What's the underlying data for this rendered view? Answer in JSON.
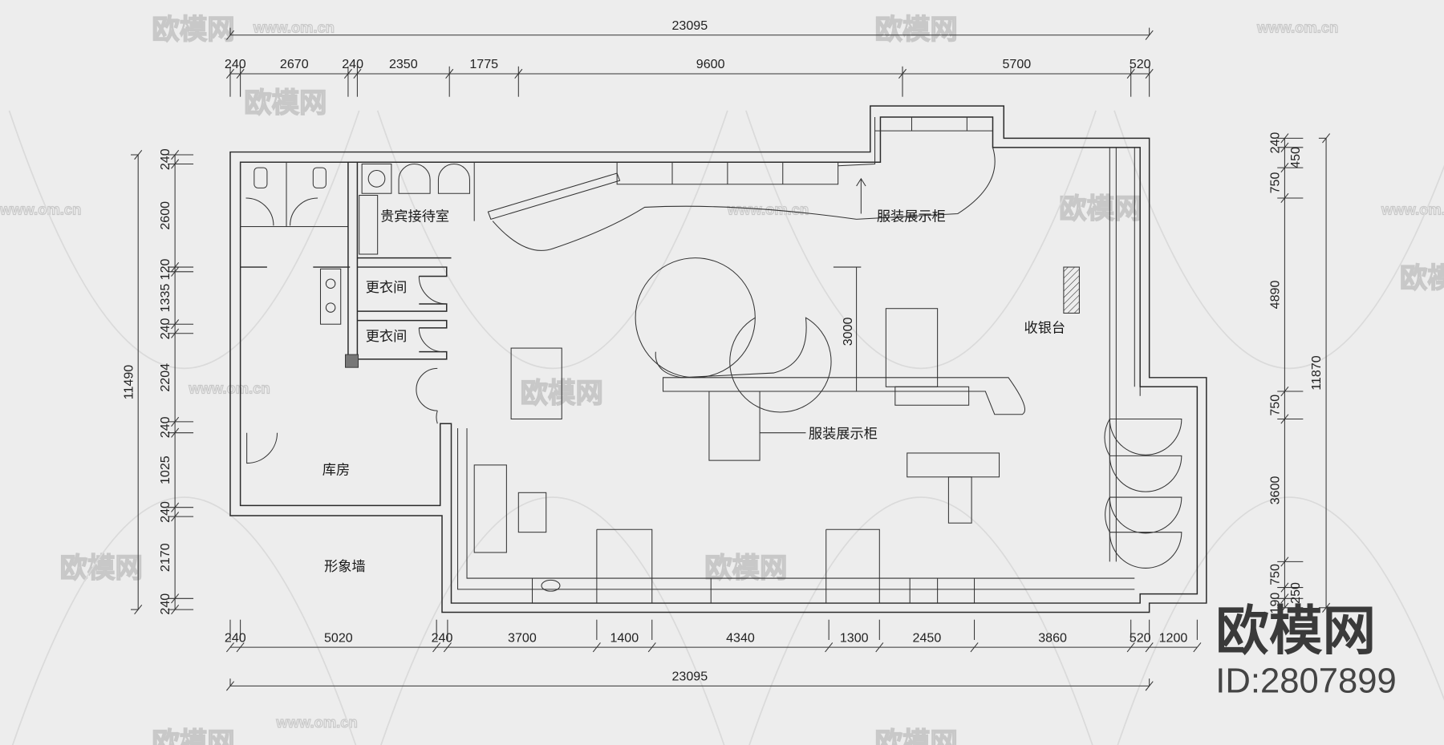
{
  "drawing": {
    "rooms": {
      "vip_room": "贵宾接待室",
      "fitting_room_1": "更衣间",
      "fitting_room_2": "更衣间",
      "storeroom": "库房",
      "image_wall": "形象墙",
      "display_cabinet_top": "服装展示柜",
      "display_cabinet_center": "服装展示柜",
      "cashier": "收银台"
    },
    "inner_dim_3000": "3000",
    "dimensions": {
      "top_total": "23095",
      "top_segments": [
        "240",
        "2670",
        "240",
        "2350",
        "1775",
        "9600",
        "5700",
        "520"
      ],
      "bottom_segments": [
        "240",
        "5020",
        "240",
        "3700",
        "1400",
        "4340",
        "1300",
        "2450",
        "3860",
        "520",
        "1200"
      ],
      "bottom_total": "23095",
      "left_total": "11490",
      "left_segments": [
        "240",
        "2600",
        "120",
        "1335",
        "240",
        "2204",
        "240",
        "1025",
        "240",
        "2170",
        "240"
      ],
      "right_total": "11870",
      "right_segments": [
        "240",
        "450",
        "750",
        "4890",
        "750",
        "3600",
        "750",
        "250",
        "190"
      ]
    }
  },
  "watermark": {
    "brand": "欧模网",
    "url": "www.om.cn",
    "id_label": "ID:2807899"
  }
}
